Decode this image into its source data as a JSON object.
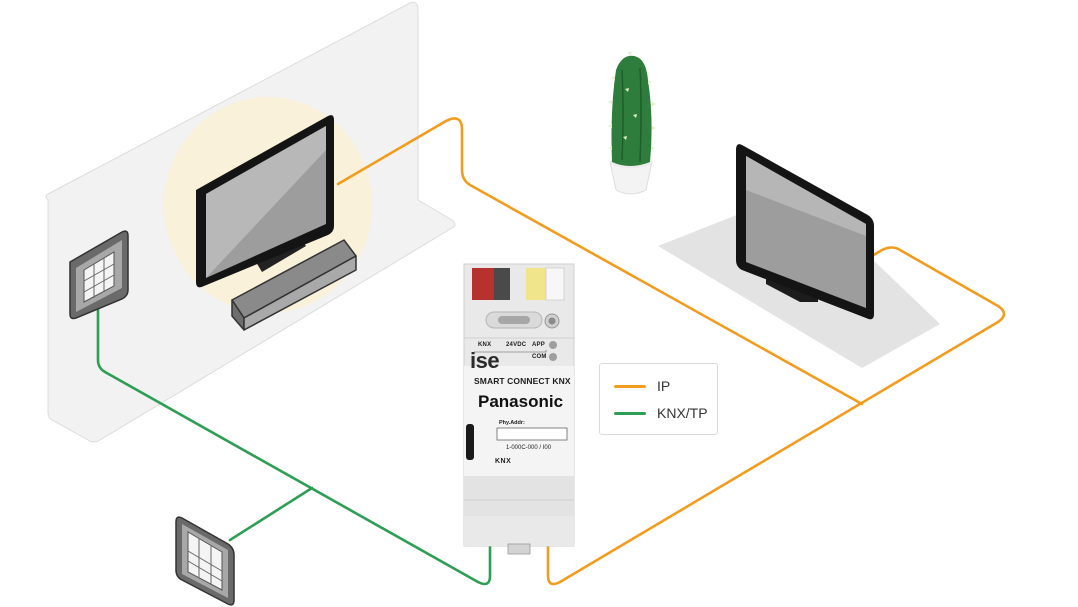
{
  "colors": {
    "ip_line": "#f29c1f",
    "knx_line": "#2e9e55",
    "wall": "#f1f1f1",
    "floor_panel": "#e6e6e6",
    "glow": "#faf1da",
    "device_body": "#e9e9e9"
  },
  "legend": {
    "items": [
      {
        "label": "IP",
        "color": "#f29c1f"
      },
      {
        "label": "KNX/TP",
        "color": "#2e9e55"
      }
    ]
  },
  "device": {
    "terminal_knx": "KNX",
    "terminal_24vdc": "24VDC",
    "led_app": "APP",
    "led_com": "COM",
    "logo": "ise",
    "product_name": "SMART CONNECT KNX",
    "brand": "Panasonic",
    "phys_addr_label": "Phy.Addr:",
    "article_number": "1-000C-000 / I00",
    "knx_mark": "KNX"
  },
  "icons": [
    "tv-icon",
    "soundbar-icon",
    "wall-switch-icon",
    "cactus-plant-icon",
    "knx-ip-gateway-device"
  ]
}
